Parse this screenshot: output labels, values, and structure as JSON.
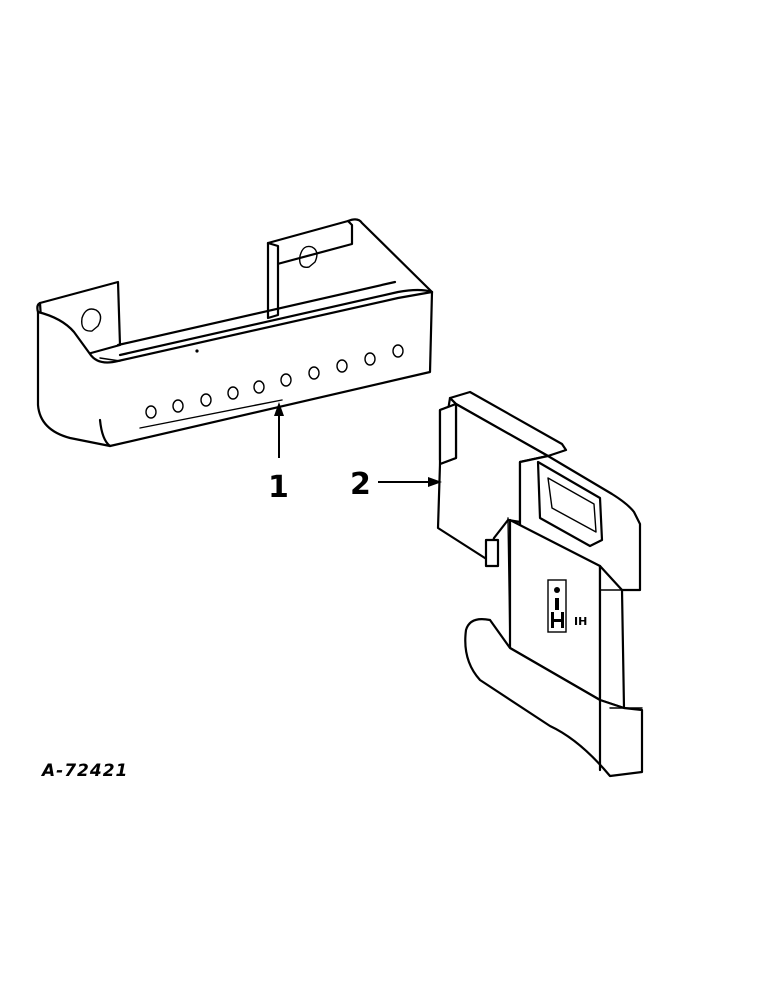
{
  "figure": {
    "id": "A-72421"
  },
  "callouts": [
    {
      "number": "1"
    },
    {
      "number": "2"
    }
  ],
  "parts": [
    {
      "callout": "1",
      "icon": "weight-bracket-icon",
      "hole_count": 10
    },
    {
      "callout": "2",
      "icon": "suitcase-weight-icon",
      "emblem_text": "IH"
    }
  ]
}
